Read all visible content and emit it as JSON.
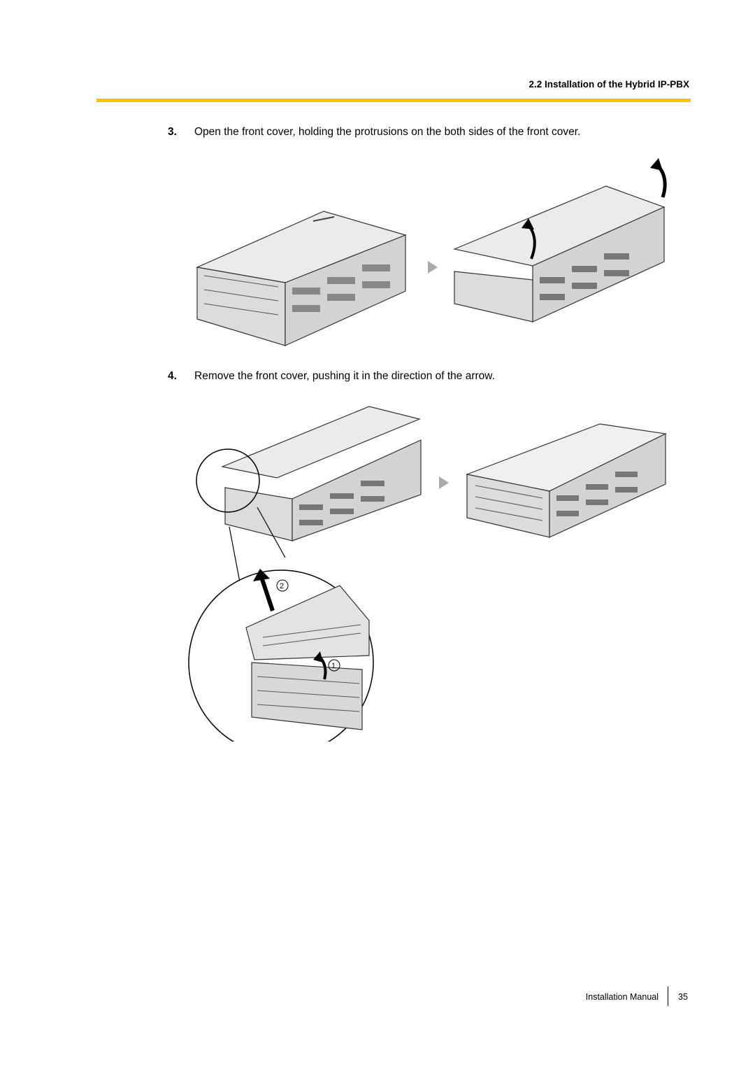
{
  "header": {
    "section_title": "2.2 Installation of the Hybrid IP-PBX"
  },
  "steps": [
    {
      "number": "3.",
      "text": "Open the front cover, holding the protrusions on the both sides of the front cover."
    },
    {
      "number": "4.",
      "text": "Remove the front cover, pushing it in the direction of the arrow."
    }
  ],
  "callouts": {
    "one": "1",
    "two": "2"
  },
  "footer": {
    "label": "Installation Manual",
    "page": "35"
  },
  "colors": {
    "accent_rule": "#f2c700",
    "device_fill": "#e6e6e6",
    "device_dark": "#bdbdbd",
    "arrow": "#aaaaaa"
  }
}
